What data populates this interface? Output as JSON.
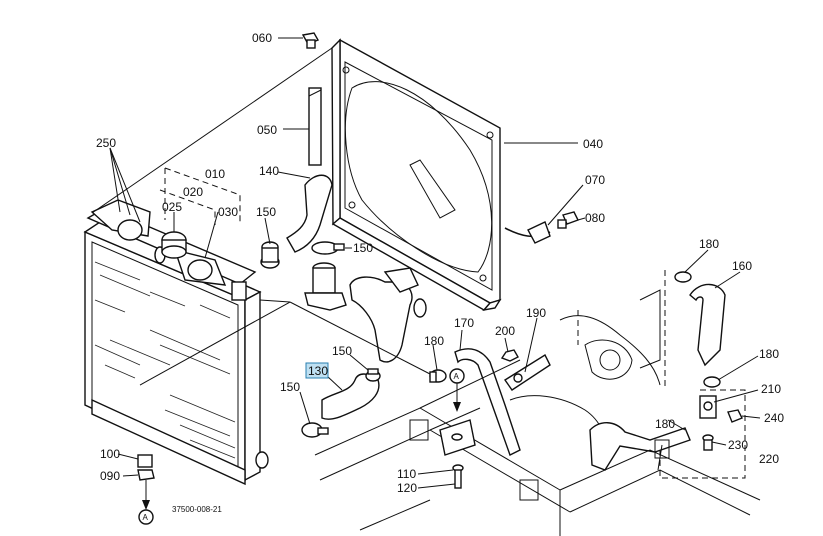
{
  "diagram": {
    "drawing_number": "37500-008-21",
    "highlighted_part": "130",
    "highlight_color": "#bfe0f2",
    "reference_marker": "A",
    "parts": {
      "p010": "010",
      "p020": "020",
      "p025": "025",
      "p030": "030",
      "p040": "040",
      "p050": "050",
      "p060": "060",
      "p070": "070",
      "p080": "080",
      "p090": "090",
      "p100": "100",
      "p110": "110",
      "p120": "120",
      "p130": "130",
      "p140": "140",
      "p150a": "150",
      "p150b": "150",
      "p150c": "150",
      "p150d": "150",
      "p160": "160",
      "p170": "170",
      "p180a": "180",
      "p180b": "180",
      "p180c": "180",
      "p180d": "180",
      "p190": "190",
      "p200": "200",
      "p210": "210",
      "p220": "220",
      "p230": "230",
      "p240": "240",
      "p250": "250"
    }
  }
}
